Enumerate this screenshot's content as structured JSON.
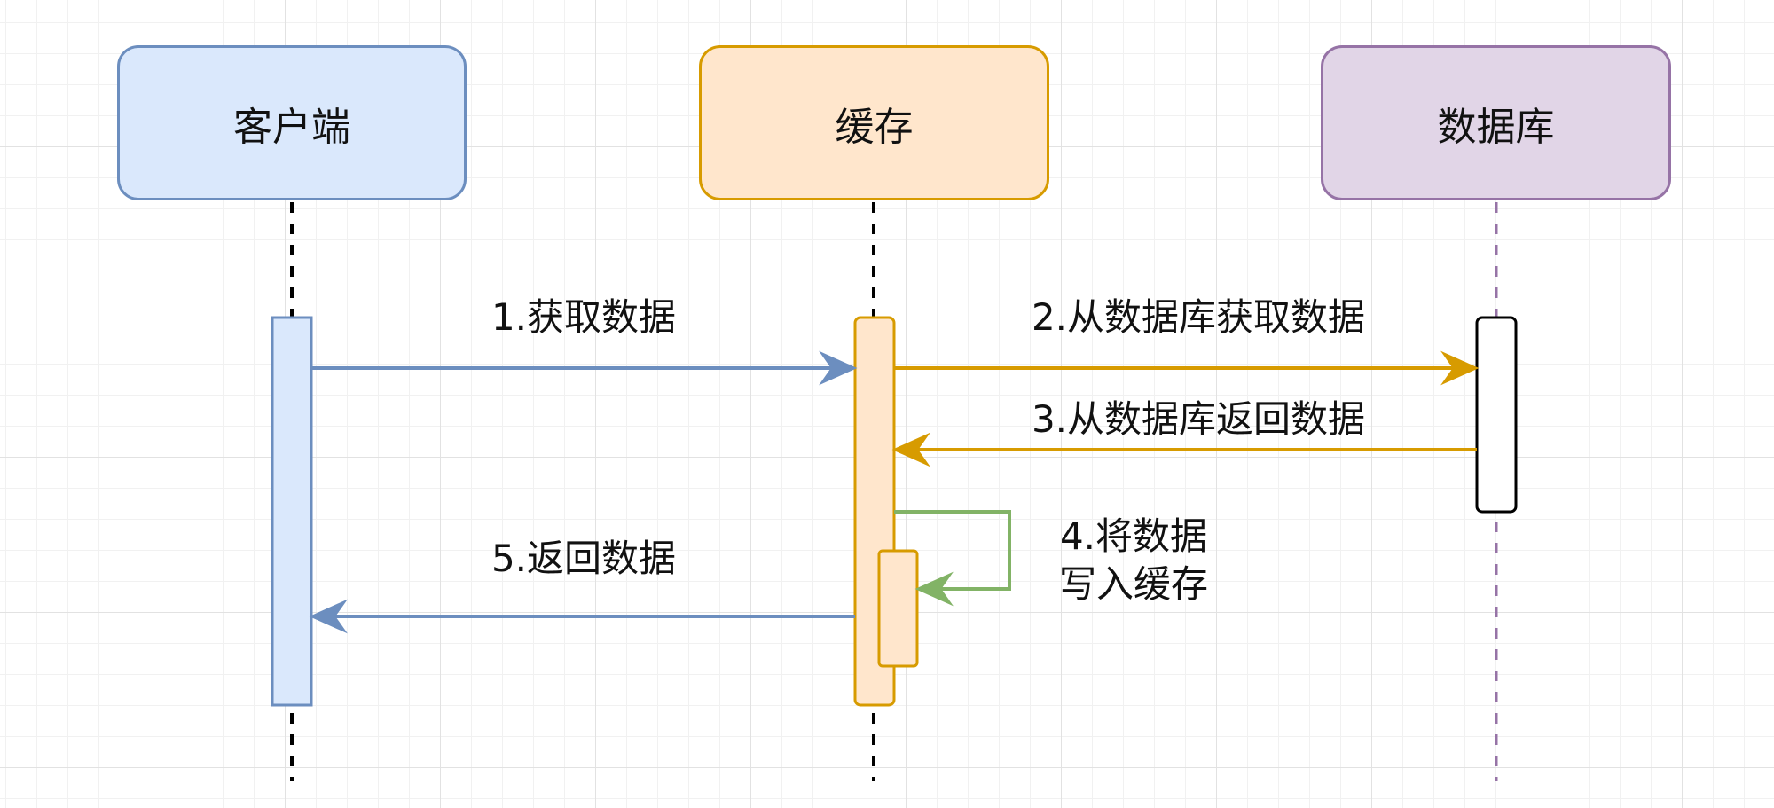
{
  "actors": {
    "client": {
      "label": "客户端"
    },
    "cache": {
      "label": "缓存"
    },
    "database": {
      "label": "数据库"
    }
  },
  "messages": [
    {
      "label": "1.获取数据"
    },
    {
      "label": "2.从数据库获取数据"
    },
    {
      "label": "3.从数据库返回数据"
    },
    {
      "label_line1": "4.将数据",
      "label_line2": "写入缓存"
    },
    {
      "label": "5.返回数据"
    }
  ],
  "colors": {
    "client_fill": "#dae8fc",
    "client_stroke": "#6c8ebf",
    "cache_fill": "#ffe6cc",
    "cache_stroke": "#d79b00",
    "db_fill": "#e1d5e7",
    "db_stroke": "#9673a6",
    "self_message": "#82b366",
    "db_activation_fill": "#ffffff",
    "db_activation_stroke": "#000000"
  }
}
